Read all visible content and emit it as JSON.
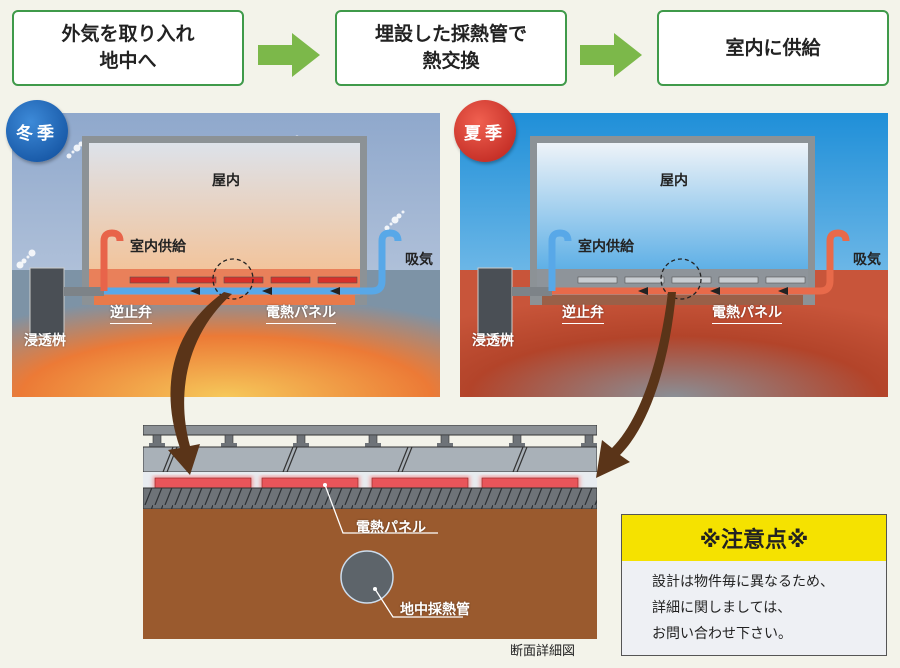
{
  "steps": [
    "外気を取り入れ\n地中へ",
    "埋設した採熱管で\n熱交換",
    "室内に供給"
  ],
  "winter": {
    "badge": "冬季",
    "indoor": "屋内",
    "supply": "室内供給",
    "intake": "吸気",
    "check_valve": "逆止弁",
    "panel": "電熱パネル",
    "pit": "浸透桝"
  },
  "summer": {
    "badge": "夏季",
    "indoor": "屋内",
    "supply": "室内供給",
    "intake": "吸気",
    "check_valve": "逆止弁",
    "panel": "電熱パネル",
    "pit": "浸透桝"
  },
  "detail": {
    "panel": "電熱パネル",
    "pipe": "地中採熱管",
    "caption": "断面詳細図"
  },
  "caution": {
    "title": "※注意点※",
    "lines": [
      "設計は物件毎に異なるため、",
      "詳細に関しましては、",
      "お問い合わせ下さい。"
    ]
  },
  "colors": {
    "green": "#3f9a4a",
    "arrow_green": "#7cb84a",
    "winter": "#1a5fb0",
    "summer": "#d8322a",
    "soil": "#9a5a2e",
    "yellow": "#f5e200"
  }
}
